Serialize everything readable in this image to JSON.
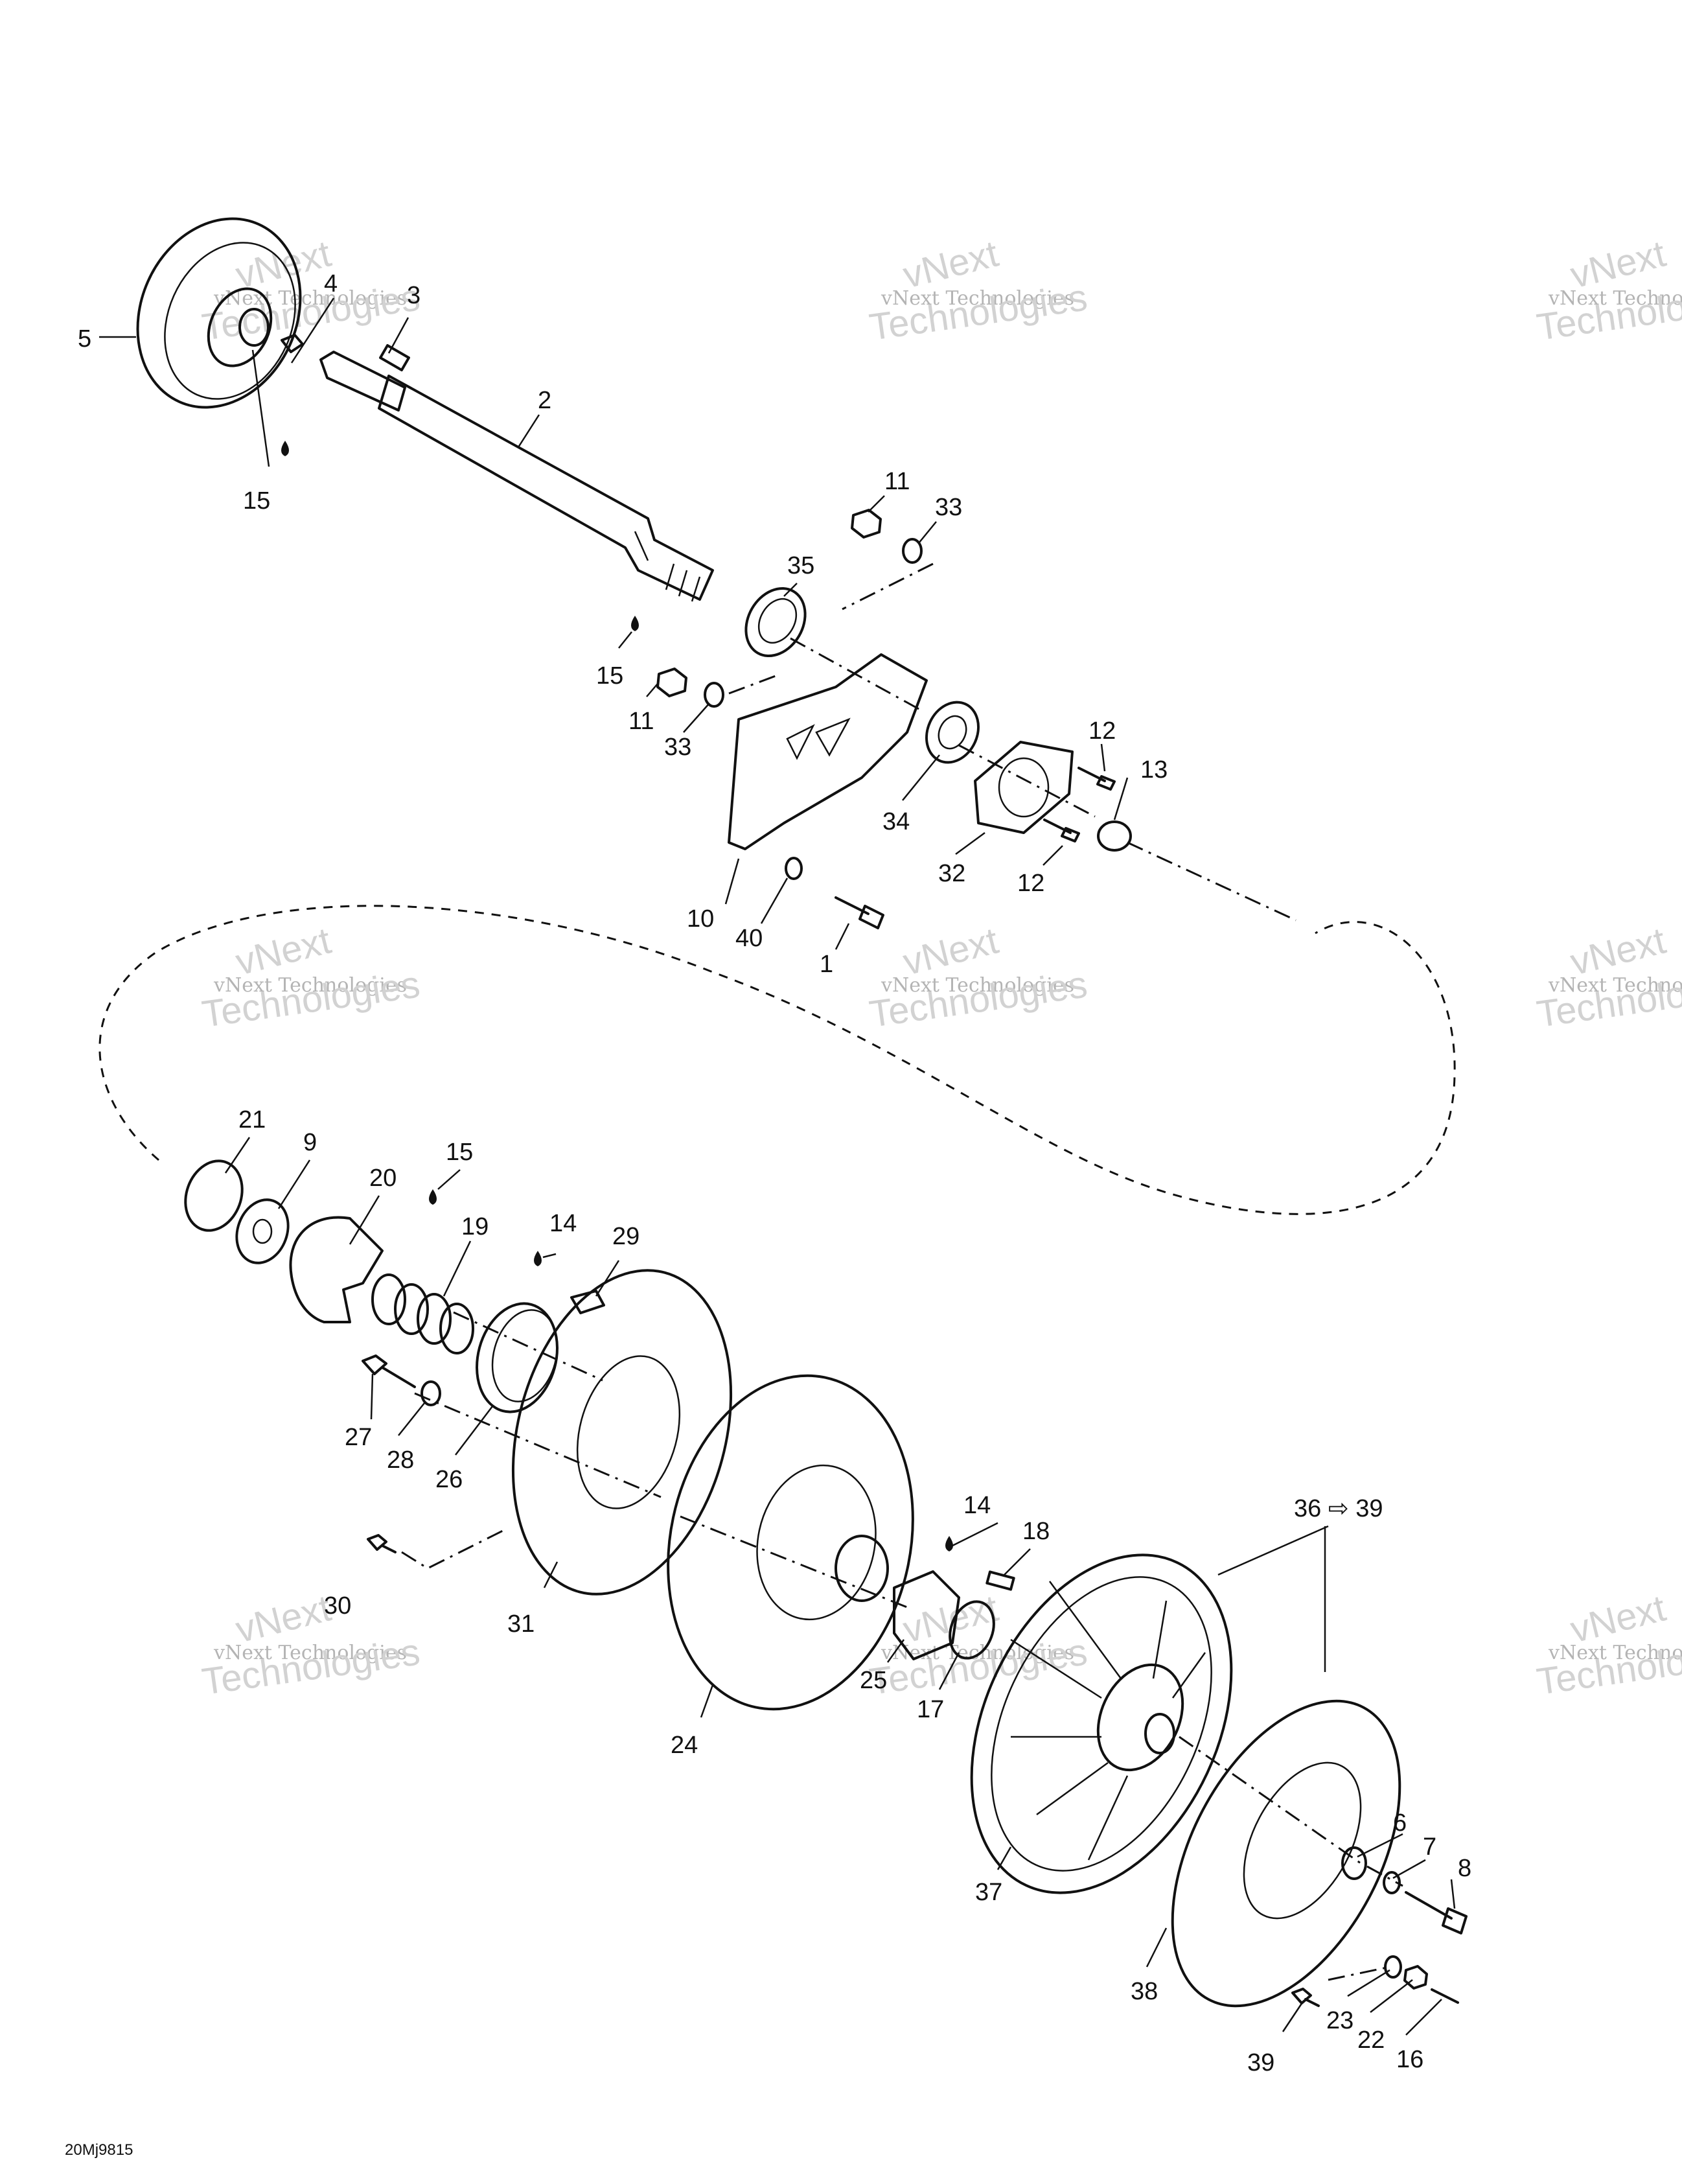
{
  "diagram": {
    "drawing_code": "20Mj9815",
    "watermark": {
      "line1": "vNext Technologies",
      "line2": "Technologies",
      "script": "vNext"
    },
    "callouts": [
      {
        "id": "c5",
        "text": "5"
      },
      {
        "id": "c4",
        "text": "4"
      },
      {
        "id": "c3",
        "text": "3"
      },
      {
        "id": "c2",
        "text": "2"
      },
      {
        "id": "c15a",
        "text": "15"
      },
      {
        "id": "c11a",
        "text": "11"
      },
      {
        "id": "c33a",
        "text": "33"
      },
      {
        "id": "c35",
        "text": "35"
      },
      {
        "id": "c15b",
        "text": "15"
      },
      {
        "id": "c11b",
        "text": "11"
      },
      {
        "id": "c33b",
        "text": "33"
      },
      {
        "id": "c12a",
        "text": "12"
      },
      {
        "id": "c13",
        "text": "13"
      },
      {
        "id": "c34",
        "text": "34"
      },
      {
        "id": "c32",
        "text": "32"
      },
      {
        "id": "c12b",
        "text": "12"
      },
      {
        "id": "c10",
        "text": "10"
      },
      {
        "id": "c40",
        "text": "40"
      },
      {
        "id": "c1",
        "text": "1"
      },
      {
        "id": "c21",
        "text": "21"
      },
      {
        "id": "c9",
        "text": "9"
      },
      {
        "id": "c20",
        "text": "20"
      },
      {
        "id": "c15c",
        "text": "15"
      },
      {
        "id": "c19",
        "text": "19"
      },
      {
        "id": "c14a",
        "text": "14"
      },
      {
        "id": "c29",
        "text": "29"
      },
      {
        "id": "c27",
        "text": "27"
      },
      {
        "id": "c28",
        "text": "28"
      },
      {
        "id": "c26",
        "text": "26"
      },
      {
        "id": "c30",
        "text": "30"
      },
      {
        "id": "c31",
        "text": "31"
      },
      {
        "id": "c24",
        "text": "24"
      },
      {
        "id": "c14b",
        "text": "14"
      },
      {
        "id": "c18",
        "text": "18"
      },
      {
        "id": "c25",
        "text": "25"
      },
      {
        "id": "c17",
        "text": "17"
      },
      {
        "id": "c36",
        "text": "36 ⇨ 39"
      },
      {
        "id": "c37",
        "text": "37"
      },
      {
        "id": "c38",
        "text": "38"
      },
      {
        "id": "c6",
        "text": "6"
      },
      {
        "id": "c7",
        "text": "7"
      },
      {
        "id": "c8",
        "text": "8"
      },
      {
        "id": "c23",
        "text": "23"
      },
      {
        "id": "c22",
        "text": "22"
      },
      {
        "id": "c16",
        "text": "16"
      },
      {
        "id": "c39",
        "text": "39"
      }
    ]
  }
}
